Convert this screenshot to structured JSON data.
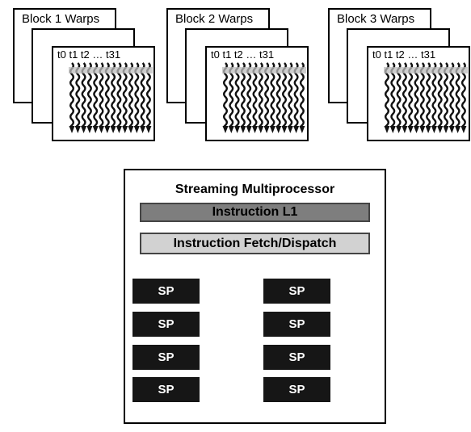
{
  "warp_blocks": [
    {
      "title": "Block 1 Warps",
      "threads": "t0 t1 t2 … t31"
    },
    {
      "title": "Block 2 Warps",
      "threads": "t0 t1 t2 … t31"
    },
    {
      "title": "Block 3 Warps",
      "threads": "t0 t1 t2 … t31"
    }
  ],
  "sm": {
    "title": "Streaming Multiprocessor",
    "instruction_cache": "Instruction L1",
    "fetch_dispatch": "Instruction Fetch/Dispatch",
    "sp_units": [
      "SP",
      "SP",
      "SP",
      "SP",
      "SP",
      "SP",
      "SP",
      "SP"
    ]
  }
}
